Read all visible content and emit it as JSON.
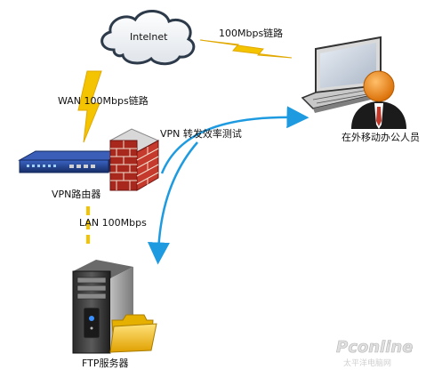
{
  "diagram": {
    "cloud_label": "Intelnet",
    "internet_link_label": "100Mbps链路",
    "wan_link_label": "WAN 100Mbps链路",
    "vpn_test_label": "VPN 转发效率测试",
    "router_label": "VPN路由器",
    "lan_link_label": "LAN 100Mbps",
    "remote_user_label": "在外移动办公人员",
    "ftp_server_label": "FTP服务器"
  },
  "watermark": {
    "brand": "Pconline",
    "subtitle": "太平洋电脑网"
  },
  "colors": {
    "bolt": "#f5c400",
    "arrow": "#1e9be0",
    "router_body": "#1f3f8c",
    "firewall_brick": "#b22222",
    "person_head": "#f08a1c"
  },
  "icons": {
    "cloud": "cloud-icon",
    "router": "router-icon",
    "firewall": "firewall-icon",
    "laptop": "laptop-icon",
    "person": "person-icon",
    "server": "server-icon",
    "folder": "folder-icon"
  }
}
